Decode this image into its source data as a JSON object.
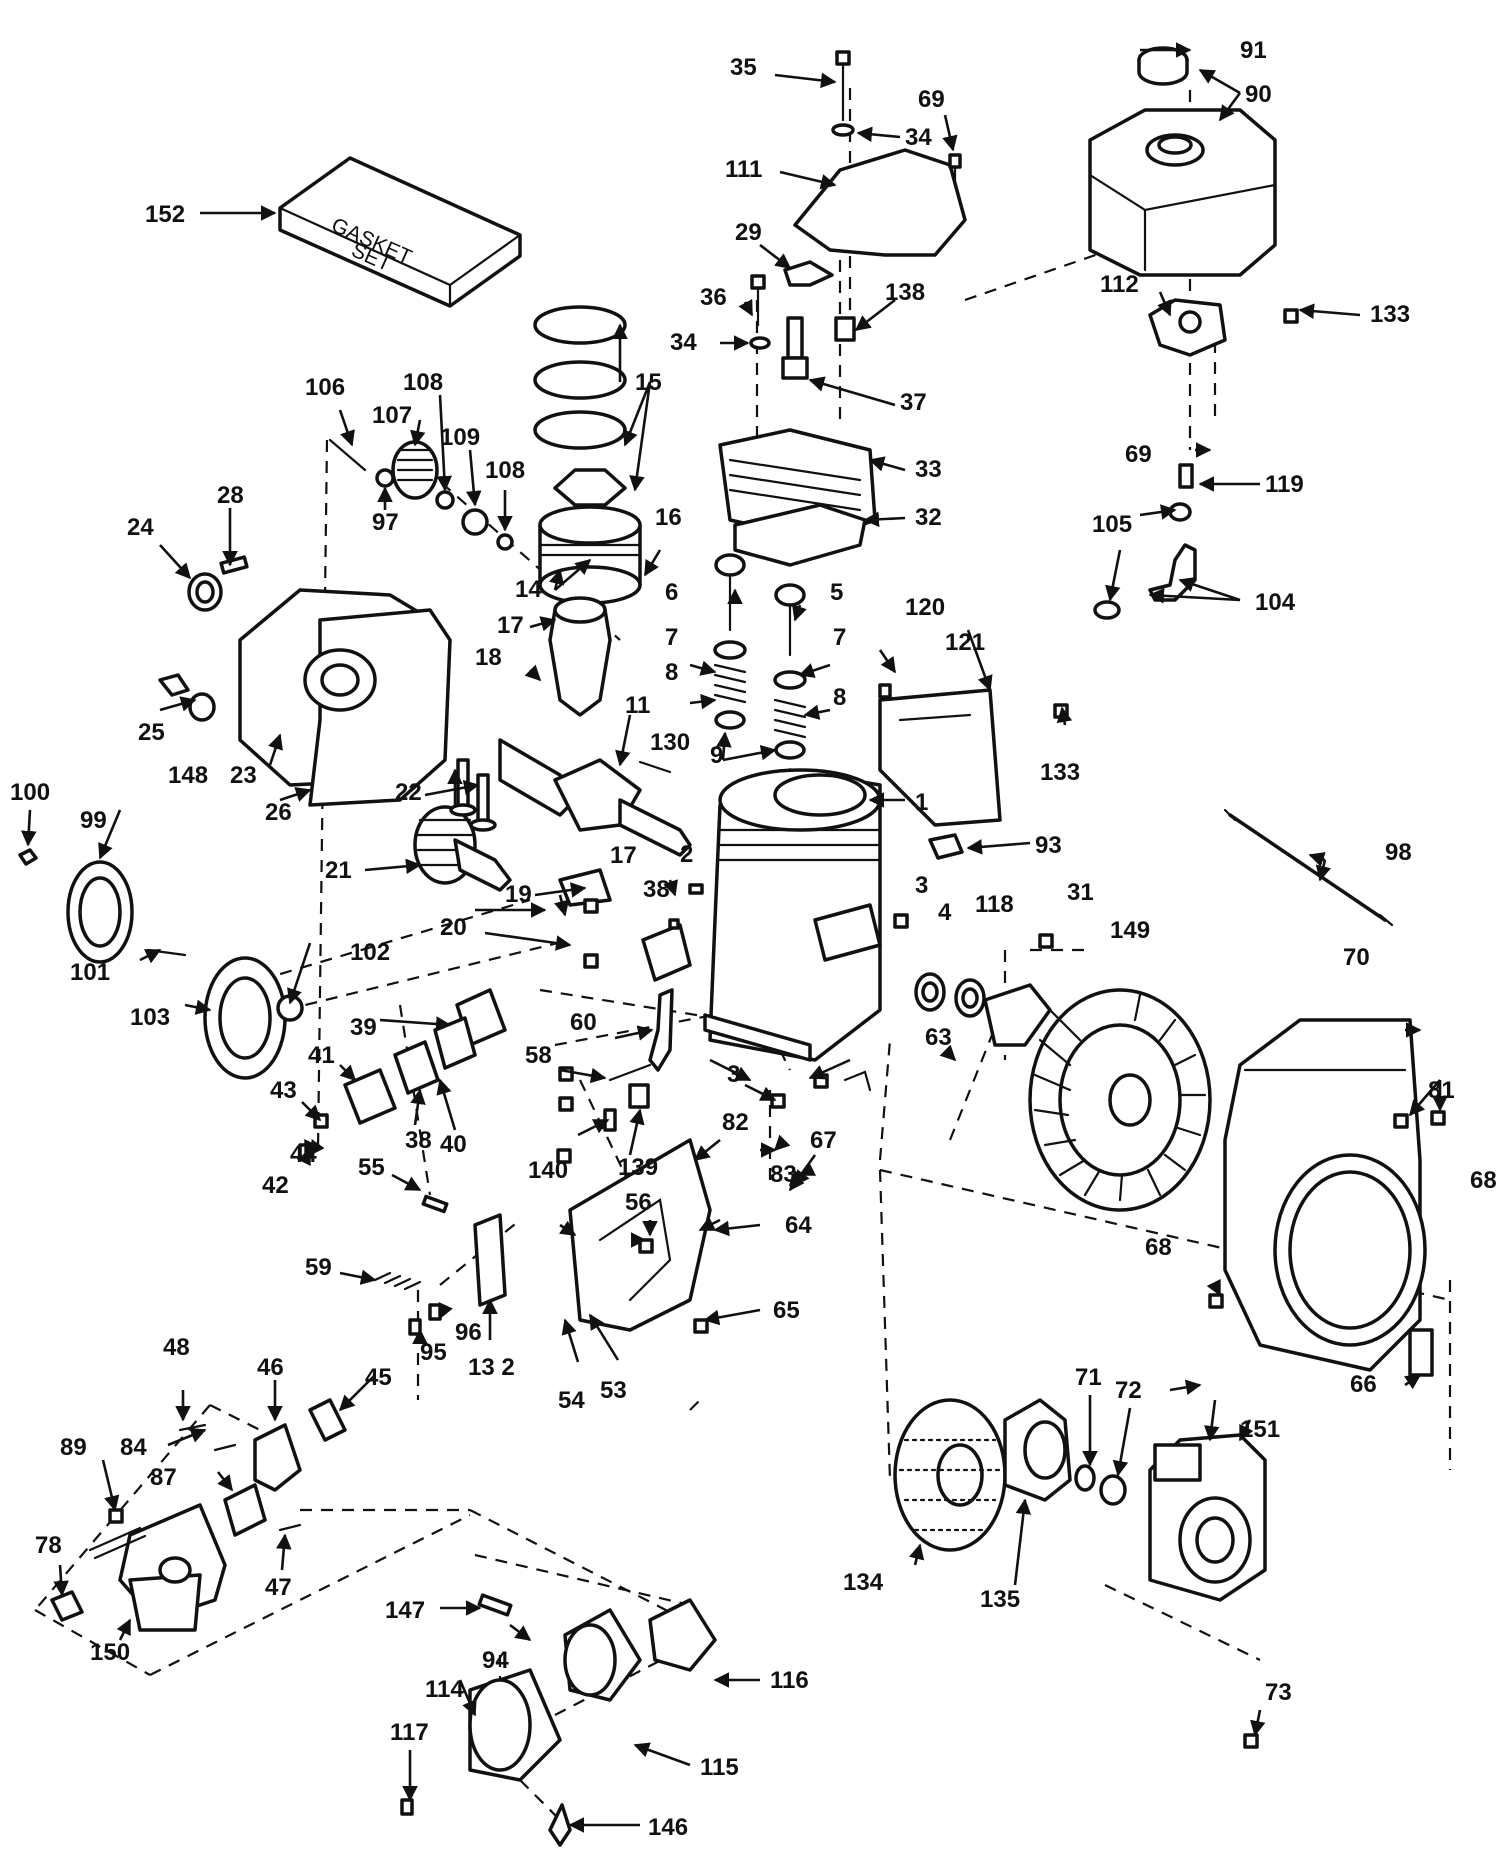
{
  "gasket_box": {
    "line1": "GASKET",
    "line2": "SET"
  },
  "labels": {
    "p1": "1",
    "p2": "2",
    "p3a": "3",
    "p3b": "3",
    "p4": "4",
    "p5": "5",
    "p6": "6",
    "p7a": "7",
    "p7b": "7",
    "p8a": "8",
    "p8b": "8",
    "p9": "9",
    "p11": "11",
    "p14": "14",
    "p15": "15",
    "p16": "16",
    "p17a": "17",
    "p17b": "17",
    "p18": "18",
    "p19": "19",
    "p20": "20",
    "p21": "21",
    "p22": "22",
    "p23": "23",
    "p24": "24",
    "p25": "25",
    "p26": "26",
    "p28": "28",
    "p29": "29",
    "p31": "31",
    "p32": "32",
    "p33": "33",
    "p34a": "34",
    "p34b": "34",
    "p35": "35",
    "p36": "36",
    "p37": "37",
    "p38a": "38",
    "p38b": "38",
    "p39": "39",
    "p40": "40",
    "p41": "41",
    "p42": "42",
    "p43": "43",
    "p44": "44",
    "p45": "45",
    "p46": "46",
    "p47": "47",
    "p48": "48",
    "p53": "53",
    "p54": "54",
    "p55": "55",
    "p56": "56",
    "p58": "58",
    "p59": "59",
    "p60": "60",
    "p63": "63",
    "p64": "64",
    "p65": "65",
    "p66": "66",
    "p67": "67",
    "p68a": "68",
    "p68b": "68",
    "p69a": "69",
    "p69b": "69",
    "p70": "70",
    "p71": "71",
    "p72": "72",
    "p73": "73",
    "p78": "78",
    "p81": "81",
    "p82": "82",
    "p83": "83",
    "p84": "84",
    "p87": "87",
    "p89": "89",
    "p90": "90",
    "p91": "91",
    "p93": "93",
    "p94": "94",
    "p95": "95",
    "p96": "96",
    "p97": "97",
    "p98": "98",
    "p99": "99",
    "p100": "100",
    "p101": "101",
    "p102": "102",
    "p103": "103",
    "p104": "104",
    "p105": "105",
    "p106": "106",
    "p107": "107",
    "p108a": "108",
    "p108b": "108",
    "p109": "109",
    "p111": "111",
    "p112": "112",
    "p114": "114",
    "p115": "115",
    "p116": "116",
    "p117": "117",
    "p118": "118",
    "p119": "119",
    "p120": "120",
    "p121": "121",
    "p130": "130",
    "p132": "13 2",
    "p133a": "133",
    "p133b": "133",
    "p134": "134",
    "p135": "135",
    "p138": "138",
    "p139": "139",
    "p140": "140",
    "p146": "146",
    "p147": "147",
    "p148": "148",
    "p149": "149",
    "p150": "150",
    "p151": "151",
    "p152": "152"
  }
}
